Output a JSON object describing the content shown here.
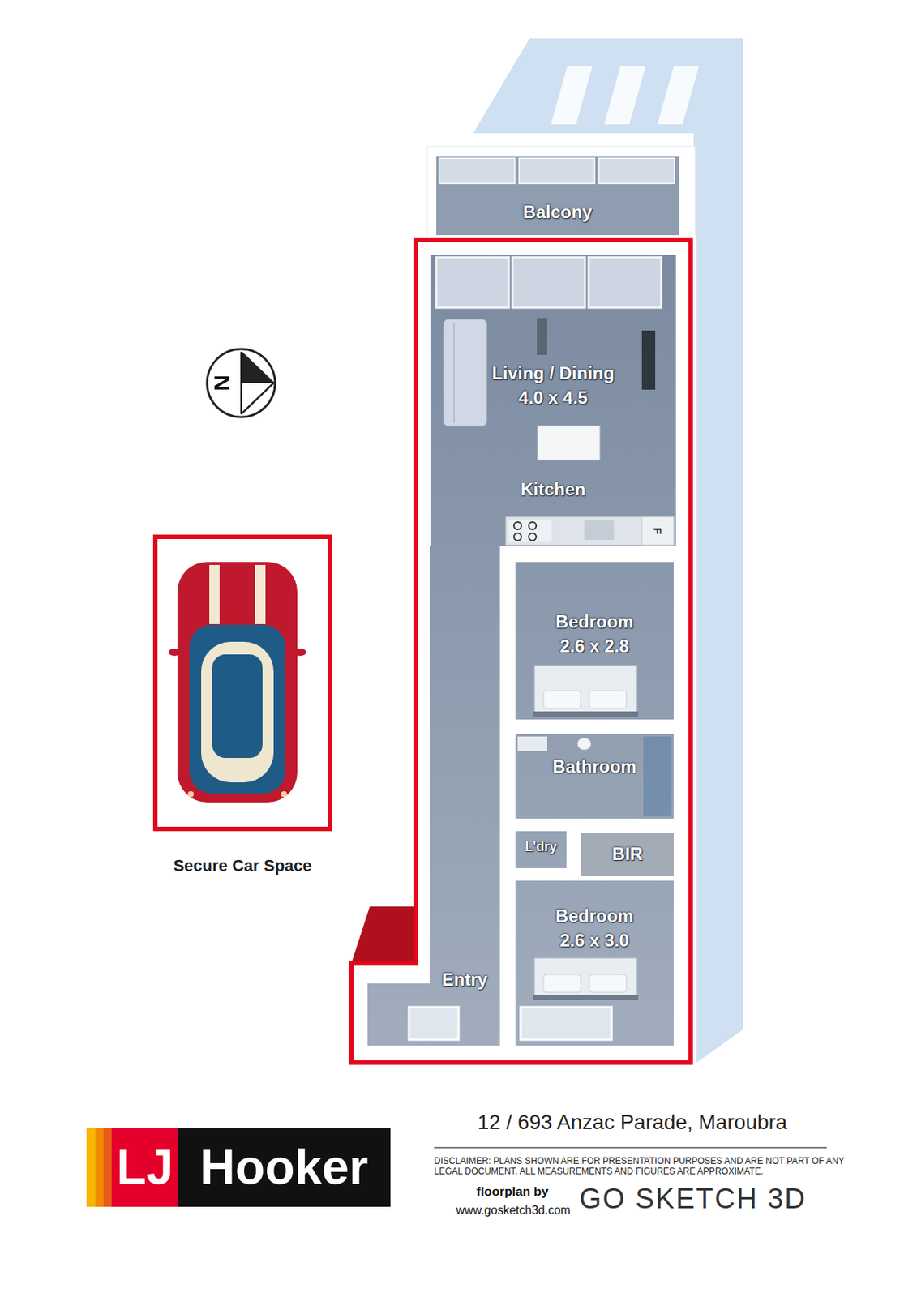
{
  "diagram": {
    "title": "12 / 693 Anzac Parade, Maroubra",
    "nodes": [
      {
        "text": [
          "Balcony"
        ]
      },
      {
        "text": [
          "Living / Dining",
          "4.0 x 4.5"
        ]
      },
      {
        "text": [
          "Kitchen"
        ]
      },
      {
        "text": [
          "Bedroom",
          "2.6 x 2.8"
        ]
      },
      {
        "text": [
          "Bathroom"
        ]
      },
      {
        "text": [
          "L’dry"
        ]
      },
      {
        "text": [
          "BIR"
        ]
      },
      {
        "text": [
          "Bedroom",
          "2.6 x 3.0"
        ]
      },
      {
        "text": [
          "Entry"
        ]
      },
      {
        "text": [
          "Secure Car Space"
        ]
      }
    ],
    "labels": [
      "N",
      "F",
      "LJ",
      "Hooker",
      "DISCLAIMER: PLANS SHOWN ARE FOR PRESENTATION PURPOSES AND ARE NOT PART OF ANY LEGAL DOCUMENT. ALL MEASUREMENTS AND FIGURES ARE APPROXIMATE.",
      "floorplan by",
      "www.gosketch3d.com",
      "GO SKETCH 3D"
    ]
  }
}
